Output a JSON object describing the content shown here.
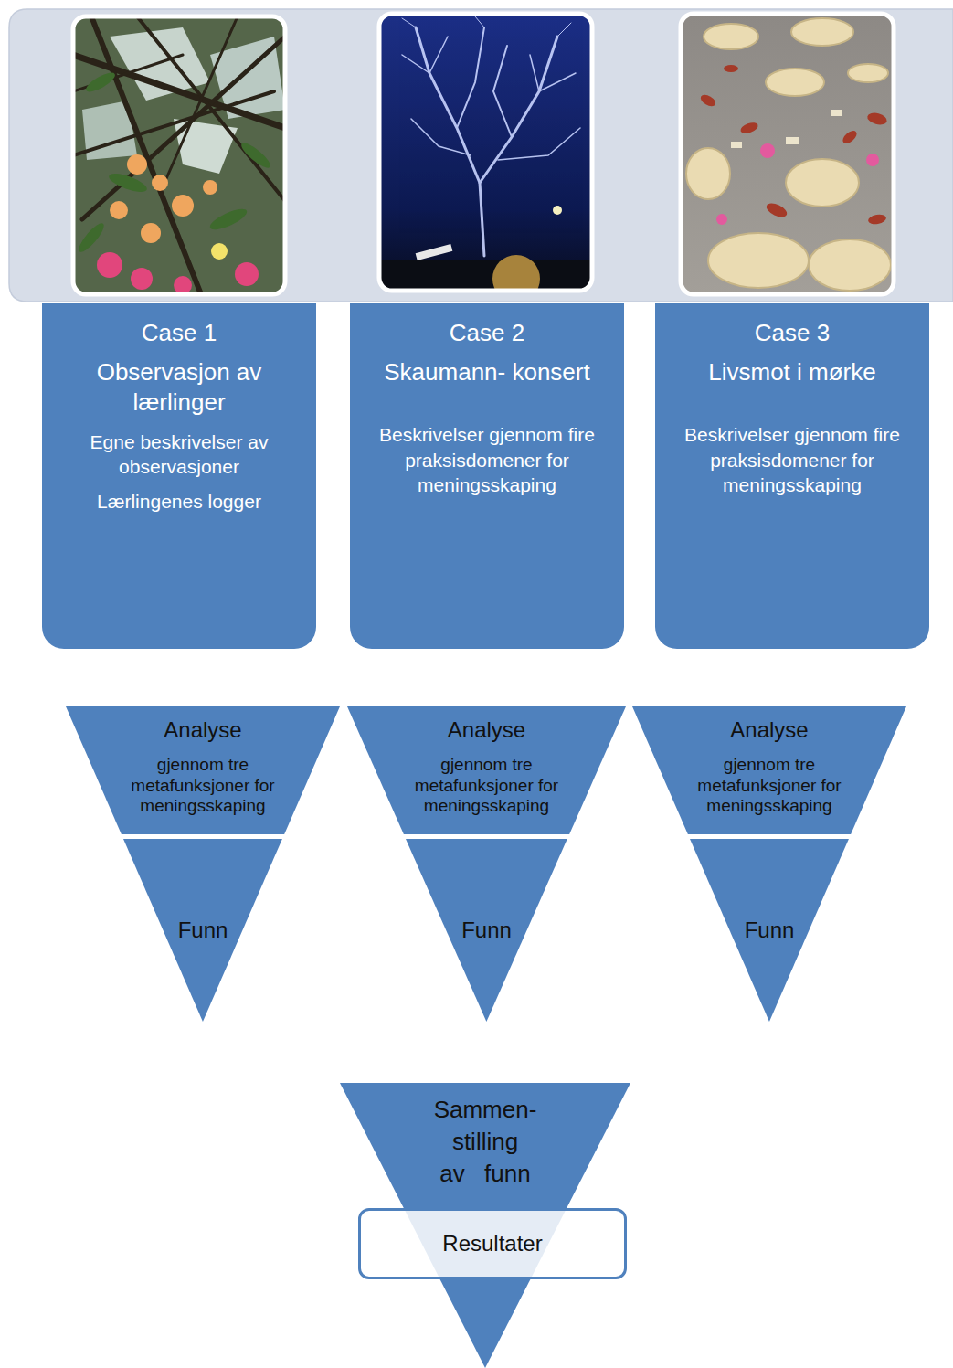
{
  "diagram": {
    "nodes": [
      {
        "text": [
          "Case 1",
          "Observasjon av lærlinger",
          "Egne beskrivelser av observasjoner",
          "Lærlingenes logger"
        ]
      },
      {
        "text": [
          "Case 2",
          "Skaumann- konsert",
          "Beskrivelser gjennom fire praksisdomener for meningsskaping"
        ]
      },
      {
        "text": [
          "Case 3",
          "Livsmot i mørke",
          "Beskrivelser gjennom fire praksisdomener for meningsskaping"
        ]
      },
      {
        "text": [
          "Analyse",
          "gjennom tre metafunksjoner for meningsskaping"
        ]
      },
      {
        "text": [
          "Funn"
        ]
      },
      {
        "text": [
          "Analyse",
          "gjennom tre metafunksjoner for meningsskaping"
        ]
      },
      {
        "text": [
          "Funn"
        ]
      },
      {
        "text": [
          "Analyse",
          "gjennom tre metafunksjoner for meningsskaping"
        ]
      },
      {
        "text": [
          "Funn"
        ]
      },
      {
        "text": [
          "Sammen- stilling av funn"
        ]
      },
      {
        "text": [
          "Resultater"
        ]
      }
    ]
  }
}
